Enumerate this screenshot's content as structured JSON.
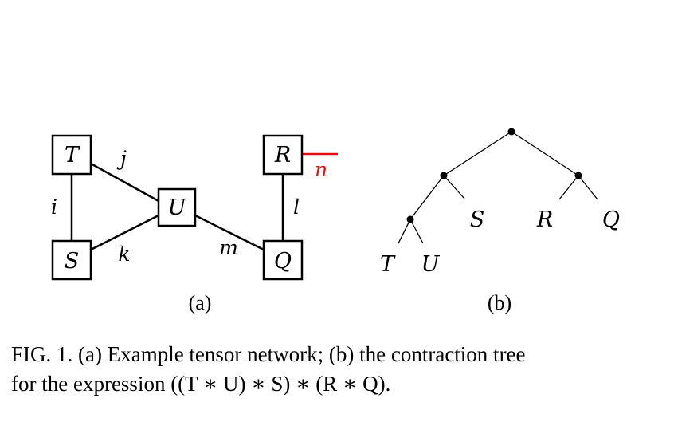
{
  "panel_a": {
    "label": "(a)",
    "nodes": {
      "T": "T",
      "U": "U",
      "S": "S",
      "R": "R",
      "Q": "Q"
    },
    "edges": {
      "i": "i",
      "j": "j",
      "k": "k",
      "m": "m",
      "l": "l",
      "n": "n"
    }
  },
  "panel_b": {
    "label": "(b)",
    "leaves": {
      "T": "T",
      "U": "U",
      "S": "S",
      "R": "R",
      "Q": "Q"
    }
  },
  "caption": {
    "line1": "FIG. 1. (a) Example tensor network; (b) the contraction tree",
    "line2": "for the expression ((T ∗ U) ∗ S) ∗ (R ∗ Q)."
  },
  "colors": {
    "open_edge": "#e01010",
    "ink": "#000000"
  }
}
